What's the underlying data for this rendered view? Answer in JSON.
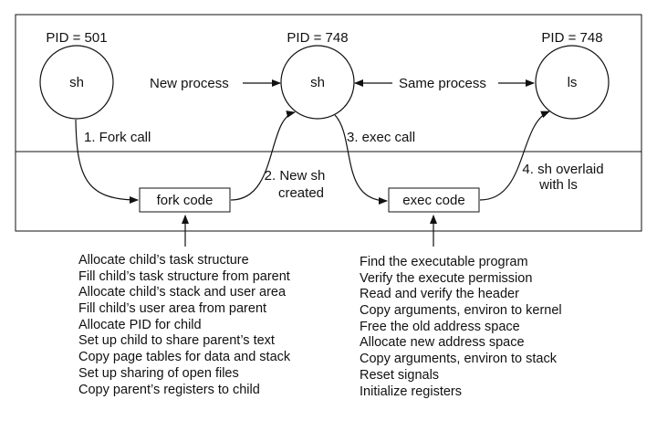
{
  "processes": [
    {
      "pid_label": "PID = 501",
      "name": "sh"
    },
    {
      "pid_label": "PID = 748",
      "name": "sh"
    },
    {
      "pid_label": "PID = 748",
      "name": "ls"
    }
  ],
  "arrow_labels": {
    "new_process": "New process",
    "same_process": "Same process",
    "fork_call": "1. Fork call",
    "new_sh_created": [
      "2. New sh",
      "created"
    ],
    "exec_call": "3. exec call",
    "sh_overlaid": [
      "4. sh overlaid",
      "with ls"
    ]
  },
  "kernel_boxes": {
    "fork_code": "fork code",
    "exec_code": "exec code"
  },
  "fork_steps": [
    "Allocate child’s task structure",
    "Fill child’s task structure from parent",
    "Allocate child’s stack and user area",
    "Fill child’s user area from parent",
    "Allocate PID for child",
    "Set up child to share parent’s text",
    "Copy page tables for data and stack",
    "Set up sharing of open files",
    "Copy parent’s registers to child"
  ],
  "exec_steps": [
    "Find the executable program",
    "Verify the execute permission",
    "Read and verify the header",
    "Copy arguments, environ to kernel",
    "Free the old address space",
    "Allocate new address space",
    "Copy arguments, environ to stack",
    "Reset signals",
    "Initialize registers"
  ]
}
